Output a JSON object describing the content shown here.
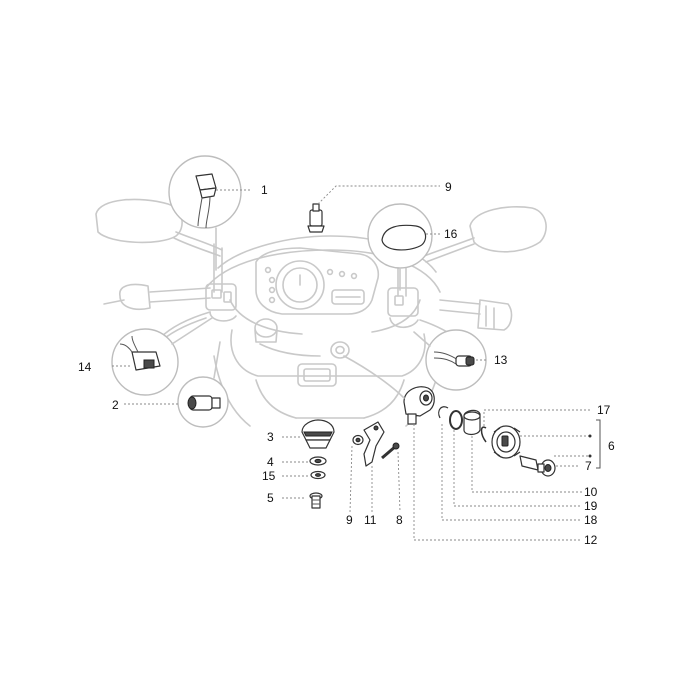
{
  "callouts": {
    "c1": "1",
    "c2": "2",
    "c3": "3",
    "c4": "4",
    "c5": "5",
    "c6": "6",
    "c7": "7",
    "c8": "8",
    "c9_top": "9",
    "c9_bottom": "9",
    "c10": "10",
    "c11": "11",
    "c12": "12",
    "c13": "13",
    "c14": "14",
    "c15": "15",
    "c16": "16",
    "c17": "17",
    "c18": "18",
    "c19": "19"
  },
  "colors": {
    "ghost_outline": "#c9c9c9",
    "part_outline": "#333333",
    "leader": "#8a8a8a",
    "text": "#111111"
  }
}
